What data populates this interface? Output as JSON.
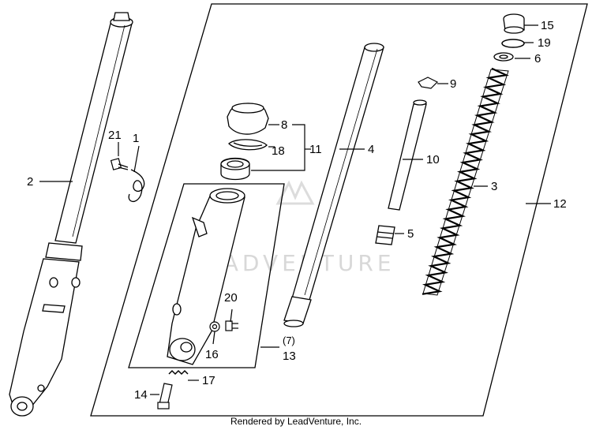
{
  "watermark": "LEADVENTURE",
  "footer": "Rendered by LeadVenture, Inc.",
  "callouts": {
    "c1": "1",
    "c2": "2",
    "c3": "3",
    "c4": "4",
    "c5": "5",
    "c6": "6",
    "c7": "(7)",
    "c8": "8",
    "c9": "9",
    "c10": "10",
    "c11": "11",
    "c12": "12",
    "c13": "13",
    "c14": "14",
    "c15": "15",
    "c16": "16",
    "c17": "17",
    "c18": "18",
    "c19": "19",
    "c20": "20",
    "c21": "21"
  }
}
